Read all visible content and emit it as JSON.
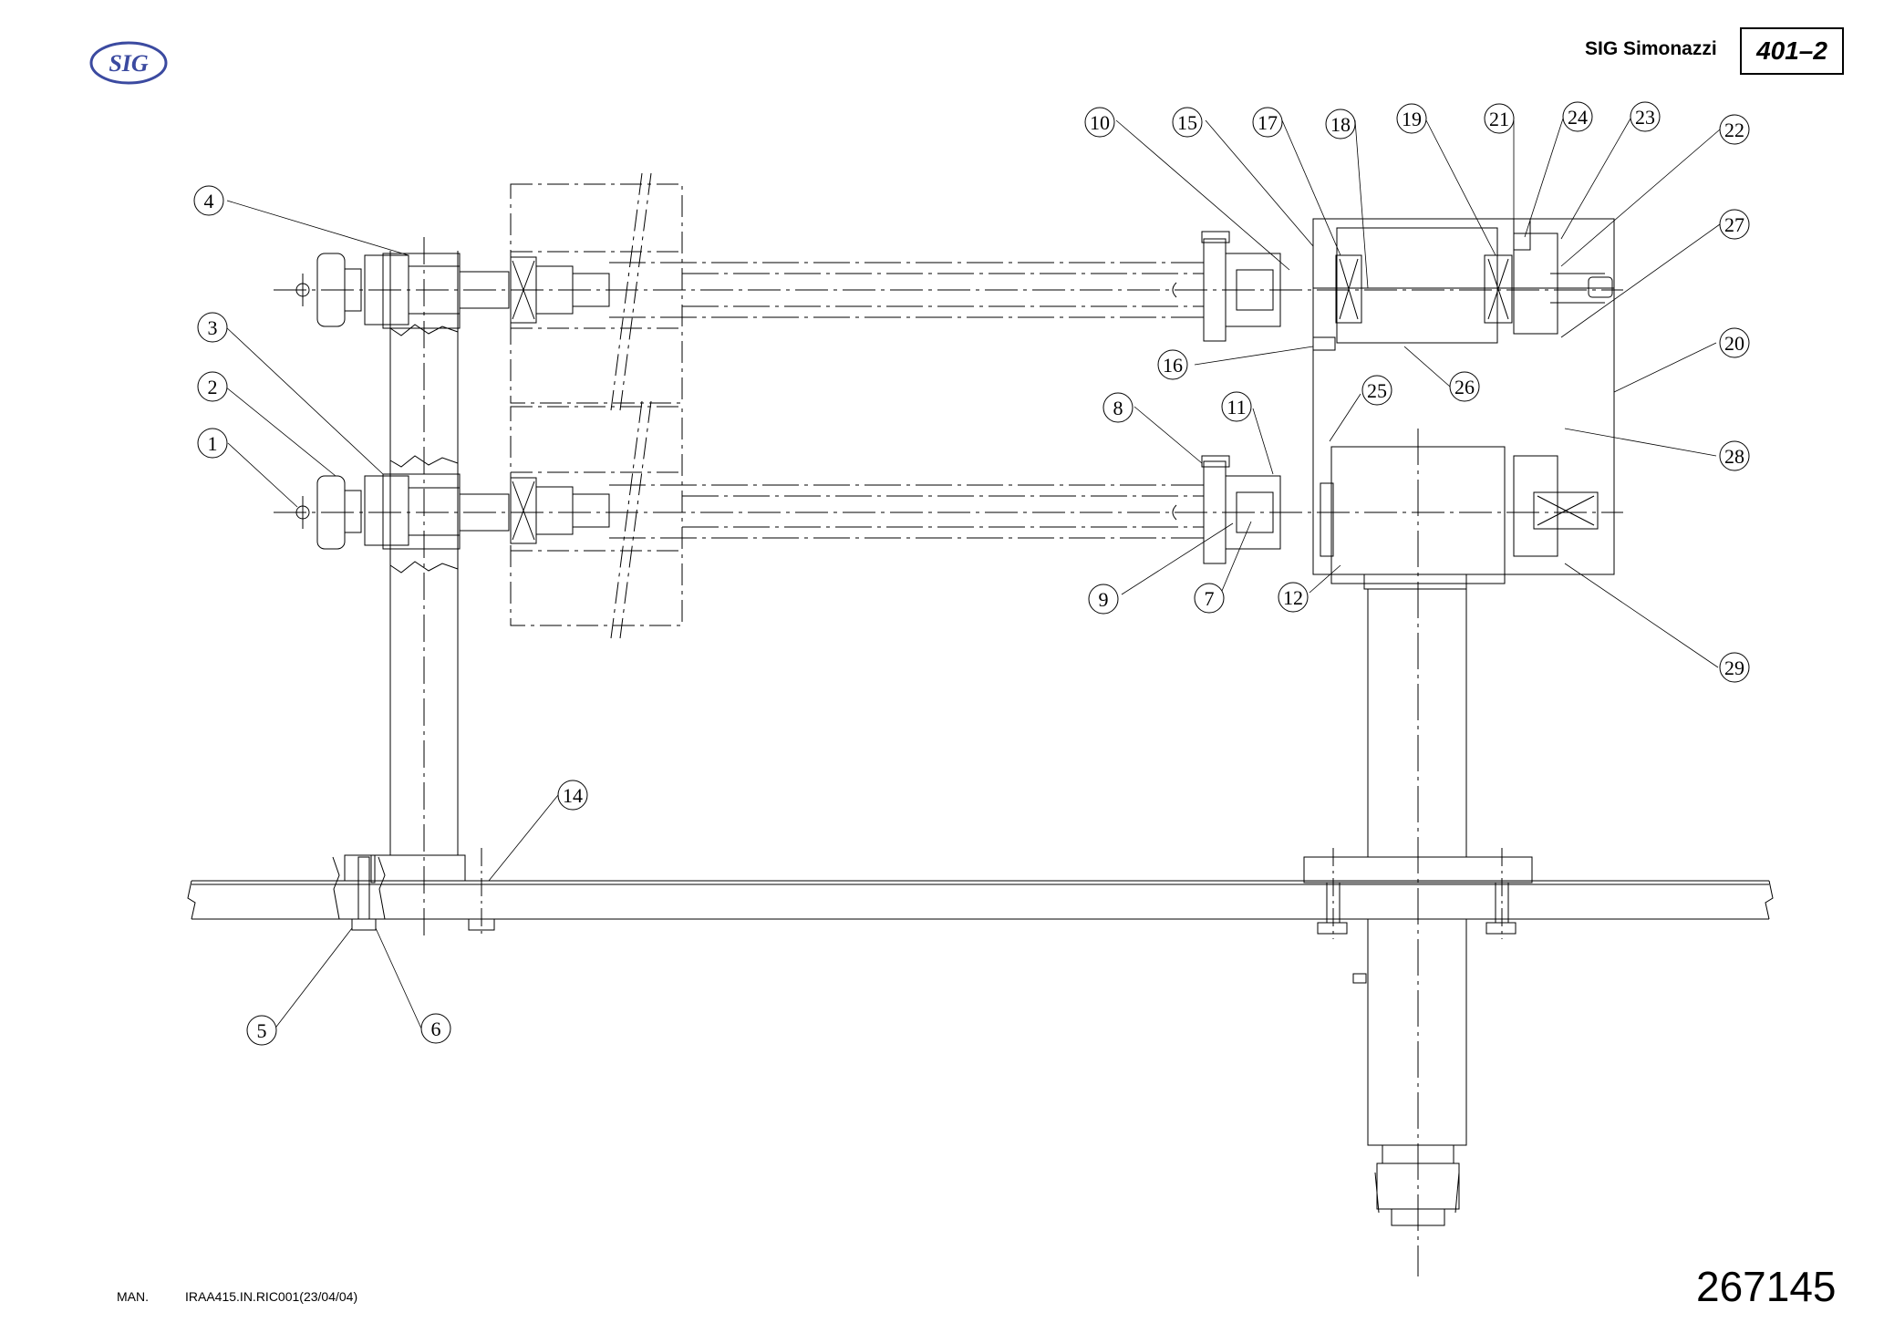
{
  "header": {
    "logo_text": "SIG",
    "company": "SIG Simonazzi",
    "sheet_code": "401–2"
  },
  "footer": {
    "manual_label": "MAN.",
    "reference": "IRAA415.IN.RIC001(23/04/04)",
    "drawing_number": "267145"
  },
  "colors": {
    "line": "#000000",
    "logo_blue": "#3b4aa0"
  },
  "balloons": [
    {
      "label": "1"
    },
    {
      "label": "2"
    },
    {
      "label": "3"
    },
    {
      "label": "4"
    },
    {
      "label": "5"
    },
    {
      "label": "6"
    },
    {
      "label": "7"
    },
    {
      "label": "8"
    },
    {
      "label": "9"
    },
    {
      "label": "10"
    },
    {
      "label": "11"
    },
    {
      "label": "12"
    },
    {
      "label": "14"
    },
    {
      "label": "15"
    },
    {
      "label": "16"
    },
    {
      "label": "17"
    },
    {
      "label": "18"
    },
    {
      "label": "19"
    },
    {
      "label": "20"
    },
    {
      "label": "21"
    },
    {
      "label": "22"
    },
    {
      "label": "23"
    },
    {
      "label": "24"
    },
    {
      "label": "25"
    },
    {
      "label": "26"
    },
    {
      "label": "27"
    },
    {
      "label": "28"
    },
    {
      "label": "29"
    }
  ]
}
